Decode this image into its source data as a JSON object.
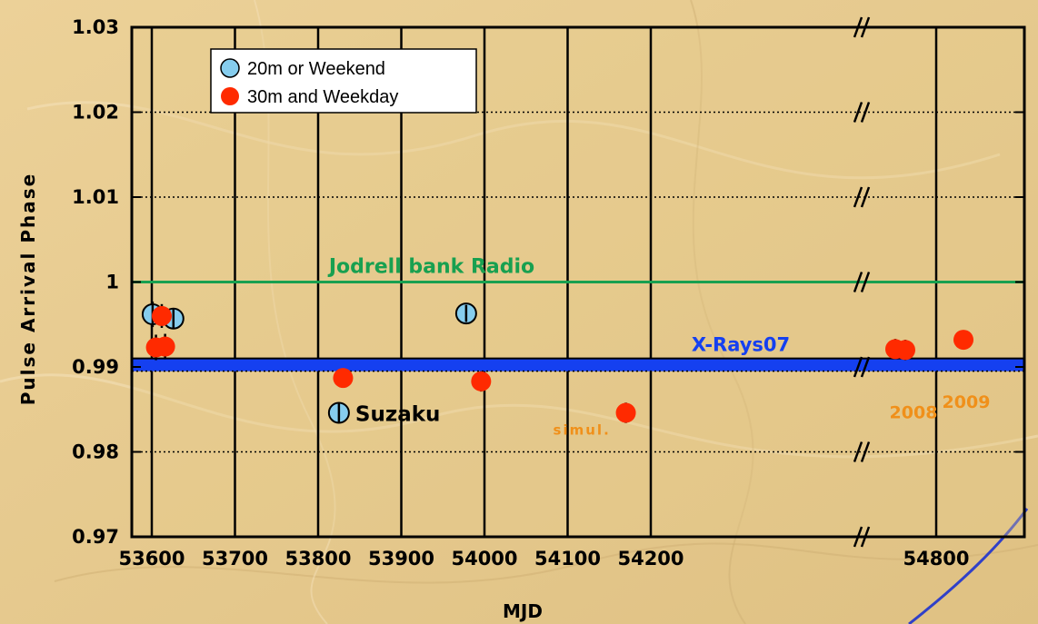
{
  "chart_data": {
    "type": "scatter",
    "title": "",
    "xlabel": "MJD",
    "ylabel": "Pulse Arrival Phase",
    "ylim": [
      0.97,
      1.03
    ],
    "yticks": [
      "0.97",
      "0.98",
      "0.99",
      "1",
      "1.01",
      "1.02",
      "1.03"
    ],
    "xticks": [
      "53600",
      "53700",
      "53800",
      "53900",
      "54000",
      "54100",
      "54200",
      "54800"
    ],
    "axis_break_after": "54200",
    "grid": true,
    "legend_position": "top-left",
    "legend": [
      {
        "label": "20m or Weekend",
        "color": "#86cdee"
      },
      {
        "label": "30m and Weekday",
        "color": "#ff2a00"
      }
    ],
    "series": [
      {
        "name": "20m or Weekend",
        "color": "#86cdee",
        "points": [
          {
            "x": 53601,
            "y": 0.9962,
            "err": 0.0015
          },
          {
            "x": 53626,
            "y": 0.9957,
            "err": 0.0012
          },
          {
            "x": 53825,
            "y": 0.9846,
            "err": 0.0012
          },
          {
            "x": 53978,
            "y": 0.9963,
            "err": 0.001
          }
        ]
      },
      {
        "name": "30m and Weekday",
        "color": "#ff2a00",
        "points": [
          {
            "x": 53605,
            "y": 0.9923,
            "err": 0.0015
          },
          {
            "x": 53612,
            "y": 0.996,
            "err": 0.0014
          },
          {
            "x": 53616,
            "y": 0.9924,
            "err": 0.0015
          },
          {
            "x": 53830,
            "y": 0.9887,
            "err": 0.0008
          },
          {
            "x": 53996,
            "y": 0.9883,
            "err": 0.0012
          },
          {
            "x": 54170,
            "y": 0.9846,
            "err": 0.0012
          },
          {
            "x": 54755,
            "y": 0.9921,
            "err": 0.0012
          },
          {
            "x": 54766,
            "y": 0.992,
            "err": 0.0012
          },
          {
            "x": 54830,
            "y": 0.9932,
            "err": 0.001
          }
        ]
      }
    ],
    "reference_lines": [
      {
        "label": "Jodrell bank Radio",
        "y": 1.0,
        "color": "#18a050"
      },
      {
        "label": "X-Rays07",
        "y_low": 0.9895,
        "y_high": 0.991,
        "color": "#1540f0"
      }
    ],
    "annotations": [
      {
        "text": "Suzaku",
        "x": 53825,
        "y": 0.9846,
        "color": "#000000"
      },
      {
        "text": "simul.",
        "x": 54170,
        "y": 0.9846,
        "color": "#f0901a"
      },
      {
        "text": "2008",
        "x": 54766,
        "y": 0.992,
        "color": "#f0901a"
      },
      {
        "text": "2009",
        "x": 54830,
        "y": 0.9932,
        "color": "#f0901a"
      }
    ]
  }
}
